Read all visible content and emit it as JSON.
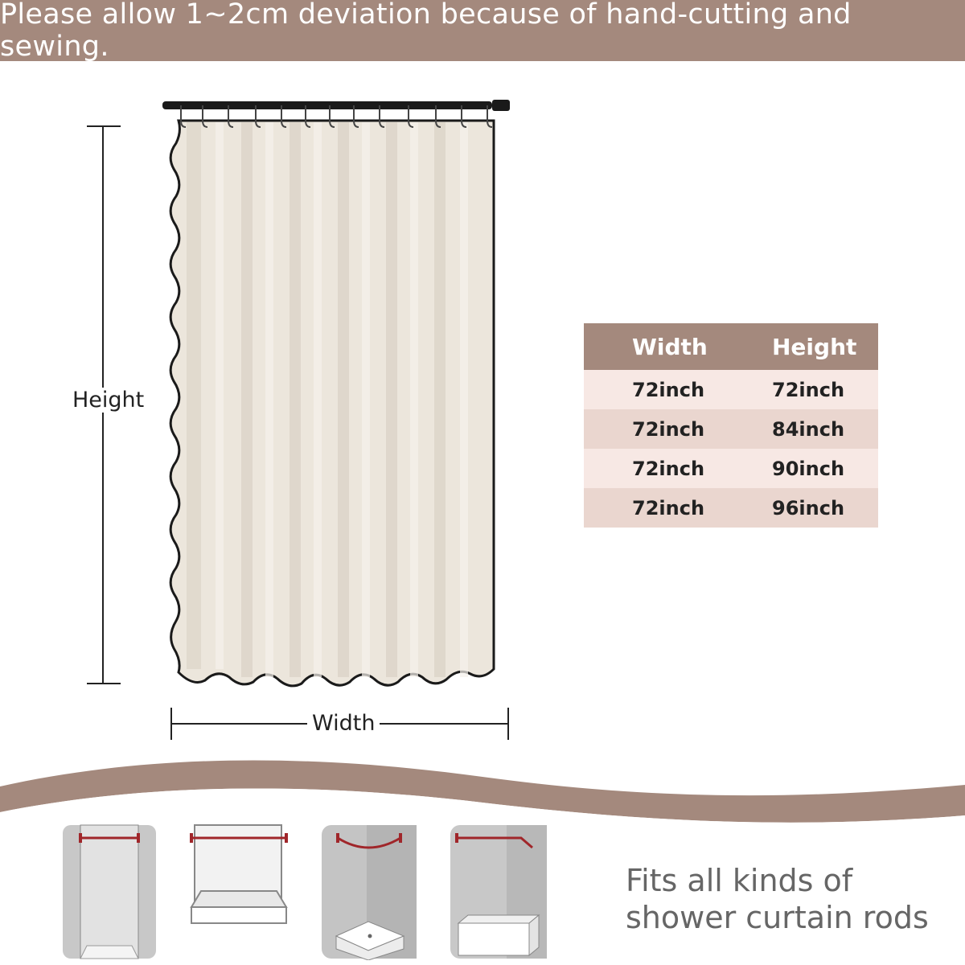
{
  "banner": {
    "text": "Please allow 1~2cm deviation because of hand-cutting and sewing."
  },
  "dimensions": {
    "height_label": "Height",
    "width_label": "Width"
  },
  "size_table": {
    "headers": [
      "Width",
      "Height"
    ],
    "rows": [
      [
        "72inch",
        "72inch"
      ],
      [
        "72inch",
        "84inch"
      ],
      [
        "72inch",
        "90inch"
      ],
      [
        "72inch",
        "96inch"
      ]
    ]
  },
  "fits": {
    "line1": "Fits all kinds of",
    "line2": "shower curtain rods"
  },
  "colors": {
    "accent": "#a4897d",
    "curtain": "#ece6dc",
    "rod": "#1a1a1a",
    "row_light": "#f7e8e4",
    "row_dark": "#ead6cf",
    "rod_marker": "#a0262a"
  },
  "icons": [
    "straight-rod-alcove-icon",
    "straight-rod-tub-icon",
    "curved-rod-corner-icon",
    "l-shaped-rod-tub-icon"
  ]
}
